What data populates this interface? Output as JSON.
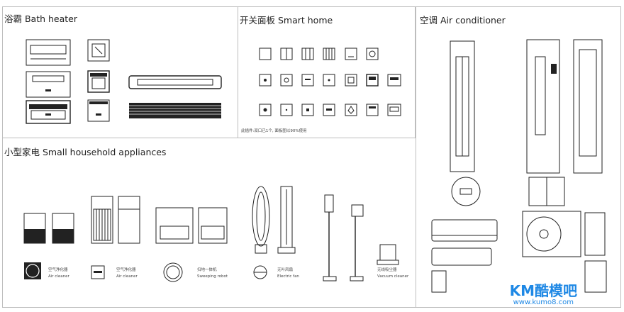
{
  "sections": {
    "bath_heater": {
      "title": "浴霸 Bath heater"
    },
    "smart_home": {
      "title": "开关面板 Smart home",
      "note": "此插件:双口已1个,   面板图以90%使用"
    },
    "air_conditioner": {
      "title": "空调 Air conditioner"
    },
    "small_appliances": {
      "title": "小型家电 Small household appliances",
      "labels": {
        "purifier_1": {
          "cn": "空气净化器",
          "en": "Air cleaner"
        },
        "purifier_2": {
          "cn": "空气净化器",
          "en": "Air cleaner"
        },
        "robot": {
          "cn": "扫地一体机",
          "en": "Sweeping robot"
        },
        "fan": {
          "cn": "无叶风扇",
          "en": "Electric fan"
        },
        "vacuum": {
          "cn": "无线吸尘器",
          "en": "Vacuum cleaner"
        }
      }
    }
  },
  "watermark": {
    "brand": "KM酷模吧",
    "url": "www.kumo8.com"
  },
  "colors": {
    "line": "#222222",
    "border": "#bdbdbd",
    "watermark": "#1e88e5"
  }
}
